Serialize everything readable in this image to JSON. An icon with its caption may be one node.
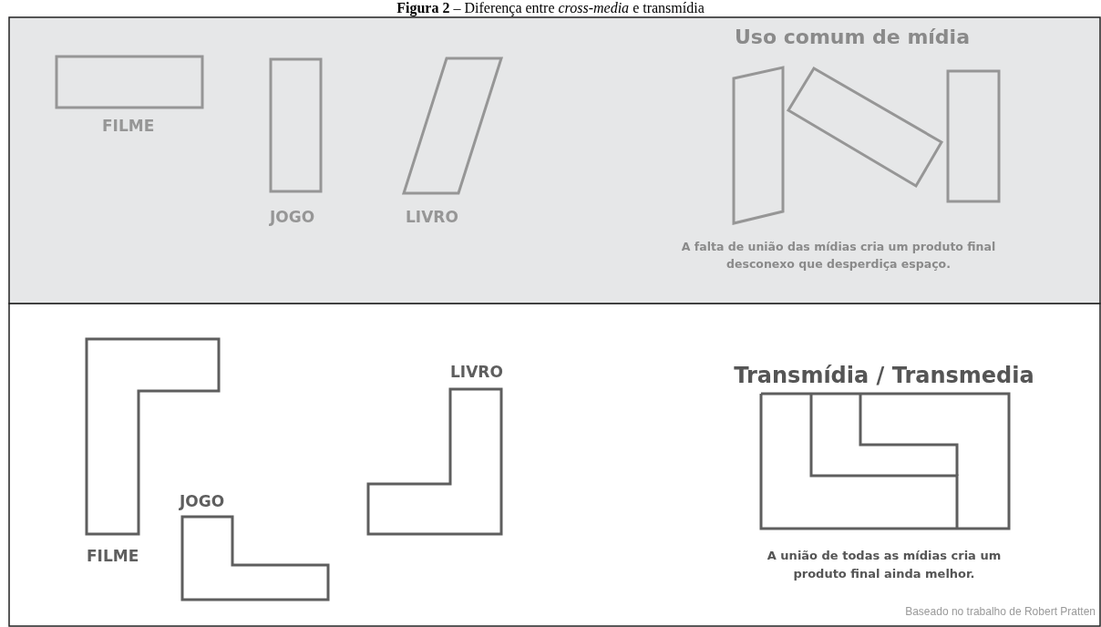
{
  "diagram": {
    "title": "**Figura 2** – Diferença entre *cross-media* e transmídia",
    "nodes": [
      {
        "text": [
          "FILME"
        ]
      },
      {
        "text": [
          "JOGO"
        ]
      },
      {
        "text": [
          "LIVRO"
        ]
      },
      {
        "text": [],
        "shape": "box"
      },
      {
        "text": [],
        "shape": "box"
      },
      {
        "text": [],
        "shape": "box"
      },
      {
        "text": [
          "FILME"
        ]
      },
      {
        "text": [
          "LIVRO"
        ]
      },
      {
        "text": [
          "JOGO"
        ]
      },
      {
        "text": [],
        "shape": "box"
      }
    ],
    "labels": [
      "Uso comum de mídia",
      "A falta de união das mídias cria um produto final desconexo que desperdiça espaço.",
      "Transmídia / Transmedia",
      "A união de todas as mídias cria um produto final ainda melhor.",
      "Baseado no trabalho de Robert Pratten"
    ]
  }
}
